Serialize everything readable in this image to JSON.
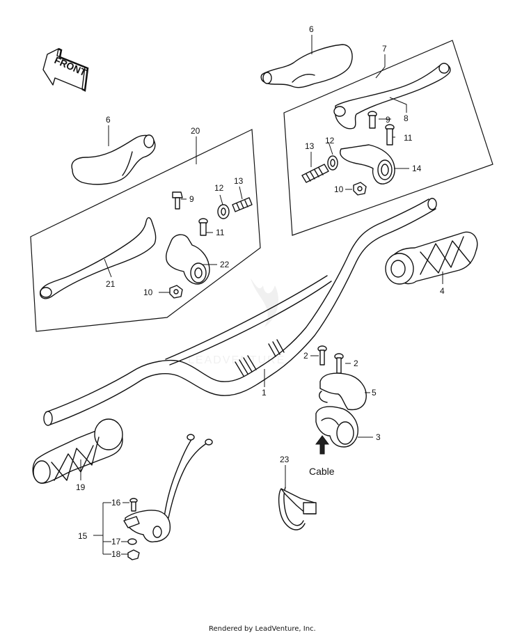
{
  "diagram": {
    "front_label": "FRONT",
    "cable_label": "Cable",
    "credit": "Rendered by LeadVenture, Inc.",
    "watermark": "LEADVENTURE",
    "callouts": {
      "c1": "1",
      "c2a": "2",
      "c2b": "2",
      "c3": "3",
      "c4": "4",
      "c5": "5",
      "c6a": "6",
      "c6b": "6",
      "c7": "7",
      "c8": "8",
      "c9a": "9",
      "c9b": "9",
      "c10a": "10",
      "c10b": "10",
      "c11a": "11",
      "c11b": "11",
      "c12a": "12",
      "c12b": "12",
      "c13a": "13",
      "c13b": "13",
      "c14": "14",
      "c15": "15",
      "c16": "16",
      "c17": "17",
      "c18": "18",
      "c19": "19",
      "c20": "20",
      "c21": "21",
      "c22": "22",
      "c23": "23"
    }
  }
}
